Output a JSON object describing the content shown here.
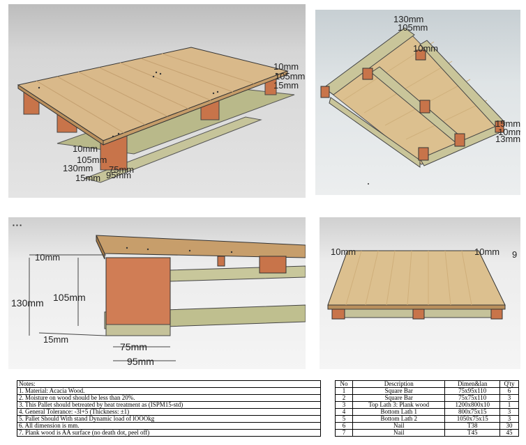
{
  "view_top_left": {
    "labels": [
      "10mm",
      "105mm",
      "15mm",
      "10mm",
      "105mm",
      "130mm",
      "15mm",
      "75mm",
      "95mm"
    ]
  },
  "view_top_right": {
    "labels": [
      "130mm",
      "105mm",
      "10mm",
      "15mm",
      "10mm",
      "13mm"
    ]
  },
  "view_detail": {
    "labels": [
      "10mm",
      "130mm",
      "105mm",
      "15mm",
      "75mm",
      "95mm"
    ]
  },
  "view_small": {
    "labels": [
      "10mm",
      "10mm",
      "9"
    ]
  },
  "notes": {
    "header": "Notes:",
    "items": [
      "1. Material: Acacia Wood.",
      "2. Moisture on wood should be less than 20%.",
      "3.   This Pallet should betreated by heat treatment as (ISPM15-std)",
      "4.   General Tolerance: -3l+5  (Thickness: ±1)",
      "5. Pallet Should With stand Dynamic load of lOOOkg",
      "6. All dimension is mm.",
      "7. Plank wood is AA surface (no death dot, peel off)"
    ]
  },
  "parts": {
    "headers": [
      "No",
      "Description",
      "Dimen&lan",
      "Q'ty"
    ],
    "rows": [
      [
        "1",
        "Square  Bar",
        "75x95x110",
        "6"
      ],
      [
        "2",
        "Square  Bar",
        "75x75x110",
        "3"
      ],
      [
        "3",
        "Top Lath 3:  Plank wood",
        "1200x800x10",
        "1"
      ],
      [
        "4",
        "Bottom  Lath  1",
        "800x75x15",
        "3"
      ],
      [
        "5",
        "Bottom Lath 2",
        "1050x75x15",
        "3"
      ],
      [
        "6",
        "Nail",
        "T38",
        "30"
      ],
      [
        "7",
        "Nail",
        "T45",
        "45"
      ]
    ]
  },
  "colors": {
    "plank_light": "#d9b98a",
    "plank_mid": "#c9a272",
    "block_orange": "#c8744a",
    "bottom_lath": "#b9b98a",
    "dim_line": "#444444"
  }
}
